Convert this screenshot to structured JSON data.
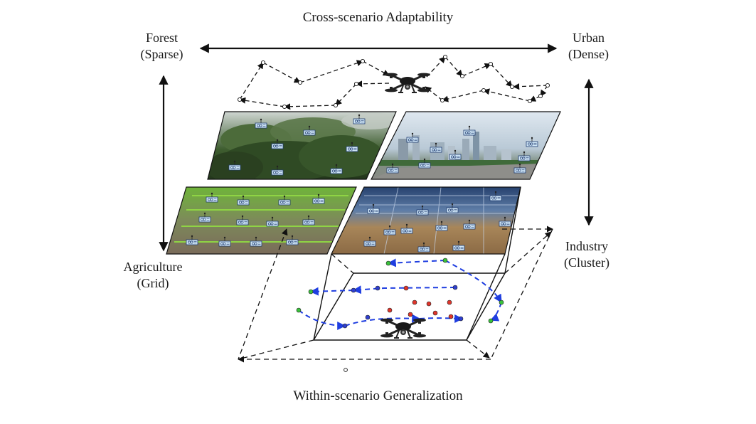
{
  "figure": {
    "top_caption": "Cross-scenario Adaptability",
    "bottom_caption": "Within-scenario Generalization",
    "scenarios": {
      "forest": {
        "name": "Forest",
        "pattern": "(Sparse)"
      },
      "urban": {
        "name": "Urban",
        "pattern": "(Dense)"
      },
      "agriculture": {
        "name": "Agriculture",
        "pattern": "(Grid)"
      },
      "industry": {
        "name": "Industry",
        "pattern": "(Cluster)"
      }
    }
  },
  "colors": {
    "black_path": "#111111",
    "blue_path": "#1f3ee0",
    "node_green": "#39c23b",
    "node_blue": "#2f3fd0",
    "node_red": "#e0352b",
    "forest_sky": "#d9dedc",
    "forest_trees": "#3c5b2e",
    "urban_sky": "#c9d8e6",
    "urban_buildings": "#8ea4b6",
    "agri_water": "#8f8a7a",
    "agri_plants": "#7ecb3a",
    "industry_ceiling": "#3a5a8c",
    "industry_floor": "#b78a55",
    "sensor_tag": "#cfe6f7"
  },
  "icons": [
    "drone-icon",
    "sensor-tag-icon"
  ]
}
